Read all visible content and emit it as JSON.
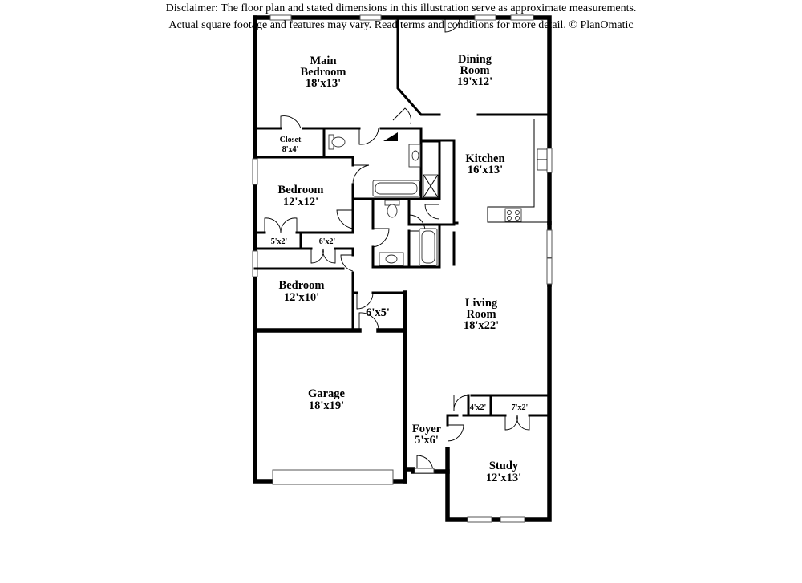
{
  "rooms": {
    "main_bedroom": {
      "name1": "Main",
      "name2": "Bedroom",
      "size": "18'x13'"
    },
    "dining_room": {
      "name1": "Dining",
      "name2": "Room",
      "size": "19'x12'"
    },
    "closet": {
      "name": "Closet",
      "size": "8'x4'"
    },
    "kitchen": {
      "name": "Kitchen",
      "size": "16'x13'"
    },
    "bedroom_1": {
      "name": "Bedroom",
      "size": "12'x12'"
    },
    "closet_5x2": {
      "size": "5'x2'"
    },
    "closet_6x2": {
      "size": "6'x2'"
    },
    "bedroom_2": {
      "name": "Bedroom",
      "size": "12'x10'"
    },
    "closet_6x5": {
      "size": "6'x5'"
    },
    "living_room": {
      "name1": "Living",
      "name2": "Room",
      "size": "18'x22'"
    },
    "garage": {
      "name": "Garage",
      "size": "18'x19'"
    },
    "closet_4x2": {
      "size": "4'x2'"
    },
    "closet_7x2": {
      "size": "7'x2'"
    },
    "foyer": {
      "name": "Foyer",
      "size": "5'x6'"
    },
    "study": {
      "name": "Study",
      "size": "12'x13'"
    }
  },
  "disclaimer": {
    "line1": "Disclaimer: The floor plan and stated dimensions in this illustration serve as approximate measurements.",
    "line2": "Actual square footage and features may vary. Read terms and conditions for more detail. © PlanOmatic"
  }
}
